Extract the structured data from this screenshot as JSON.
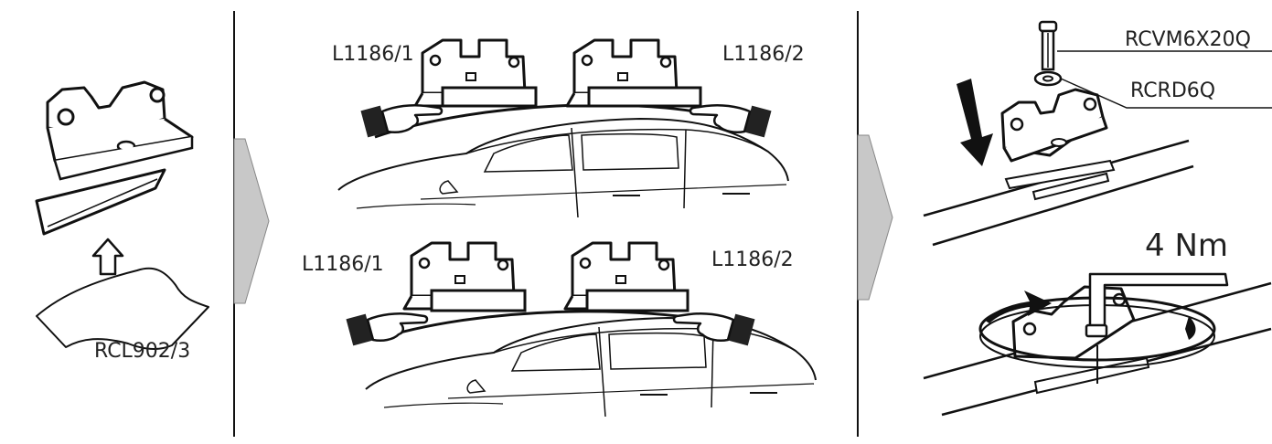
{
  "panel1": {
    "part_label": "RCL902/3"
  },
  "panel2": {
    "top": {
      "left_label": "L1186/1",
      "right_label": "L1186/2"
    },
    "bottom": {
      "left_label": "L1186/1",
      "right_label": "L1186/2"
    }
  },
  "panel3": {
    "bolt_label": "RCVM6X20Q",
    "washer_label": "RCRD6Q",
    "torque_label": "4 Nm"
  },
  "icons": [
    "up-arrow-icon",
    "down-arrow-icon",
    "flow-arrow-icon",
    "pointing-hand-icon",
    "rotation-arrow-icon"
  ]
}
